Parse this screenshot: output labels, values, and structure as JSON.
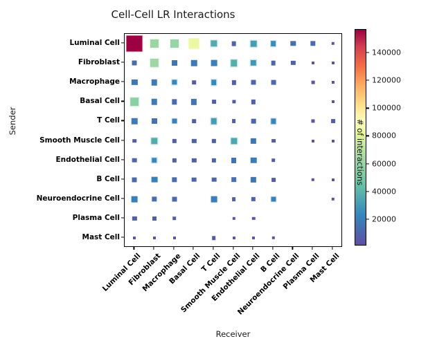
{
  "chart_data": {
    "type": "heatmap",
    "title": "Cell-Cell LR Interactions",
    "xlabel": "Receiver",
    "ylabel": "Sender",
    "colorbar_label": "# of interactions",
    "colorbar_ticks": [
      20000,
      40000,
      60000,
      80000,
      100000,
      120000,
      140000
    ],
    "colorbar_range": [
      1000,
      157000
    ],
    "colormap": "Spectral_r",
    "grid": false,
    "legend": "none",
    "marker": "square, area scaled by value",
    "categories": [
      "Luminal Cell",
      "Fibroblast",
      "Macrophage",
      "Basal Cell",
      "T Cell",
      "Smooth Muscle Cell",
      "Endothelial Cell",
      "B Cell",
      "Neuroendocrine Cell",
      "Plasma Cell",
      "Mast Cell"
    ],
    "x": [
      "Luminal Cell",
      "Fibroblast",
      "Macrophage",
      "Basal Cell",
      "T Cell",
      "Smooth Muscle Cell",
      "Endothelial Cell",
      "B Cell",
      "Neuroendocrine Cell",
      "Plasma Cell",
      "Mast Cell"
    ],
    "matrix": [
      [
        157000,
        44000,
        43000,
        68000,
        26000,
        7000,
        22000,
        18000,
        9000,
        9000,
        2500
      ],
      [
        8000,
        45000,
        11000,
        13000,
        14000,
        27000,
        21000,
        7000,
        6000,
        2000,
        2000
      ],
      [
        12000,
        13000,
        16000,
        4500,
        17000,
        6000,
        8000,
        7500,
        0,
        3000,
        2000
      ],
      [
        40000,
        13000,
        9000,
        12000,
        5000,
        3500,
        6000,
        0,
        0,
        0,
        2000
      ],
      [
        13000,
        11000,
        15000,
        4500,
        22000,
        5000,
        7000,
        16000,
        0,
        3500,
        5000
      ],
      [
        4500,
        26000,
        6000,
        6000,
        6000,
        25000,
        12000,
        5000,
        0,
        2000,
        2000
      ],
      [
        7000,
        17000,
        6000,
        6000,
        6000,
        11000,
        13000,
        4500,
        0,
        0,
        0
      ],
      [
        8000,
        14000,
        9000,
        7000,
        7000,
        10000,
        12000,
        5000,
        0,
        2500,
        2000
      ],
      [
        14000,
        9000,
        8000,
        0,
        14000,
        5000,
        6000,
        15000,
        0,
        0,
        2500
      ],
      [
        6000,
        5500,
        4500,
        0,
        0,
        2500,
        2500,
        0,
        0,
        0,
        0
      ],
      [
        2000,
        2000,
        2000,
        0,
        4500,
        2000,
        2000,
        2500,
        0,
        0,
        0
      ]
    ],
    "rows_top_to_bottom": [
      "Luminal Cell",
      "Fibroblast",
      "Macrophage",
      "Basal Cell",
      "T Cell",
      "Smooth Muscle Cell",
      "Endothelial Cell",
      "B Cell",
      "Neuroendocrine Cell",
      "Plasma Cell",
      "Mast Cell"
    ],
    "extra_rows": {
      "note": "matrix rows follow rows_top_to_bottom order; 0 means no marker drawn"
    }
  }
}
